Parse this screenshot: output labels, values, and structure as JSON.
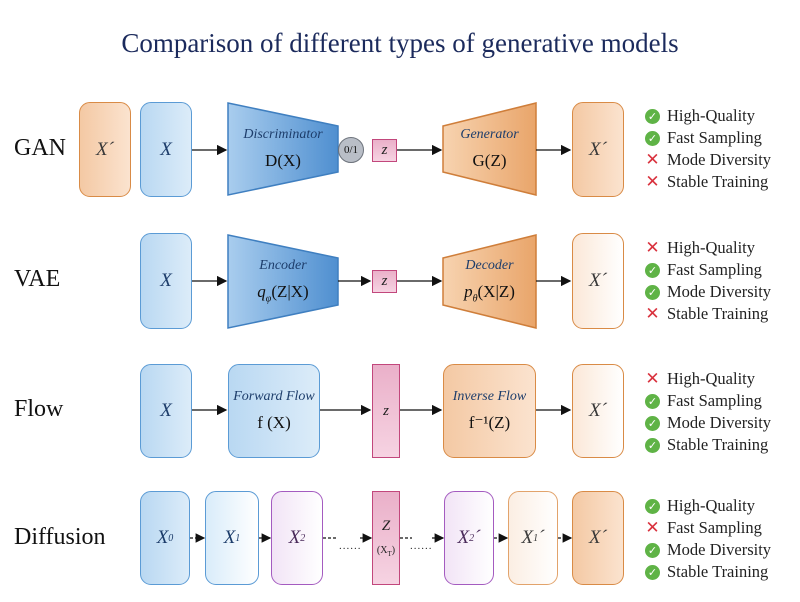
{
  "title": "Comparison of different types of generative models",
  "rows": {
    "gan": {
      "label": "GAN",
      "input_prime": "X´",
      "input": "X",
      "left_block": {
        "name": "Discriminator",
        "fn": "D(X)"
      },
      "output_circle": "0/1",
      "latent": "z",
      "right_block": {
        "name": "Generator",
        "fn": "G(Z)"
      },
      "output": "X´",
      "props": [
        {
          "text": "High-Quality",
          "ok": true
        },
        {
          "text": "Fast Sampling",
          "ok": true
        },
        {
          "text": "Mode Diversity",
          "ok": false
        },
        {
          "text": "Stable Training",
          "ok": false
        }
      ]
    },
    "vae": {
      "label": "VAE",
      "input": "X",
      "left_block": {
        "name": "Encoder",
        "fn_main": "q",
        "fn_sub": "φ",
        "fn_rest": "(Z|X)"
      },
      "latent": "z",
      "right_block": {
        "name": "Decoder",
        "fn_main": "p",
        "fn_sub": "θ",
        "fn_rest": "(X|Z)"
      },
      "output": "X´",
      "props": [
        {
          "text": "High-Quality",
          "ok": false
        },
        {
          "text": "Fast Sampling",
          "ok": true
        },
        {
          "text": "Mode Diversity",
          "ok": true
        },
        {
          "text": "Stable Training",
          "ok": false
        }
      ]
    },
    "flow": {
      "label": "Flow",
      "input": "X",
      "left_block": {
        "name": "Forward Flow",
        "fn": "f (X)"
      },
      "latent": "z",
      "right_block": {
        "name": "Inverse Flow",
        "fn": "f⁻¹(Z)"
      },
      "output": "X´",
      "props": [
        {
          "text": "High-Quality",
          "ok": false
        },
        {
          "text": "Fast Sampling",
          "ok": true
        },
        {
          "text": "Mode Diversity",
          "ok": true
        },
        {
          "text": "Stable Training",
          "ok": true
        }
      ]
    },
    "diffusion": {
      "label": "Diffusion",
      "x0": {
        "main": "X",
        "sub": "0"
      },
      "x1": {
        "main": "X",
        "sub": "1"
      },
      "x2": {
        "main": "X",
        "sub": "2"
      },
      "dots": "......",
      "latent": "Z",
      "latent_sub": "(X",
      "latent_sub_t": "T",
      "latent_sub_end": ")",
      "x2p": {
        "main": "X",
        "sub": "2",
        "prime": "´"
      },
      "x1p": {
        "main": "X",
        "sub": "1",
        "prime": "´"
      },
      "output": "X´",
      "props": [
        {
          "text": "High-Quality",
          "ok": true
        },
        {
          "text": "Fast Sampling",
          "ok": false
        },
        {
          "text": "Mode Diversity",
          "ok": true
        },
        {
          "text": "Stable Training",
          "ok": true
        }
      ]
    }
  },
  "icons": {
    "ok": "check-icon",
    "no": "cross-icon"
  },
  "colors": {
    "check": "#5fb346",
    "cross": "#d9323e",
    "title": "#1b2a5c"
  }
}
